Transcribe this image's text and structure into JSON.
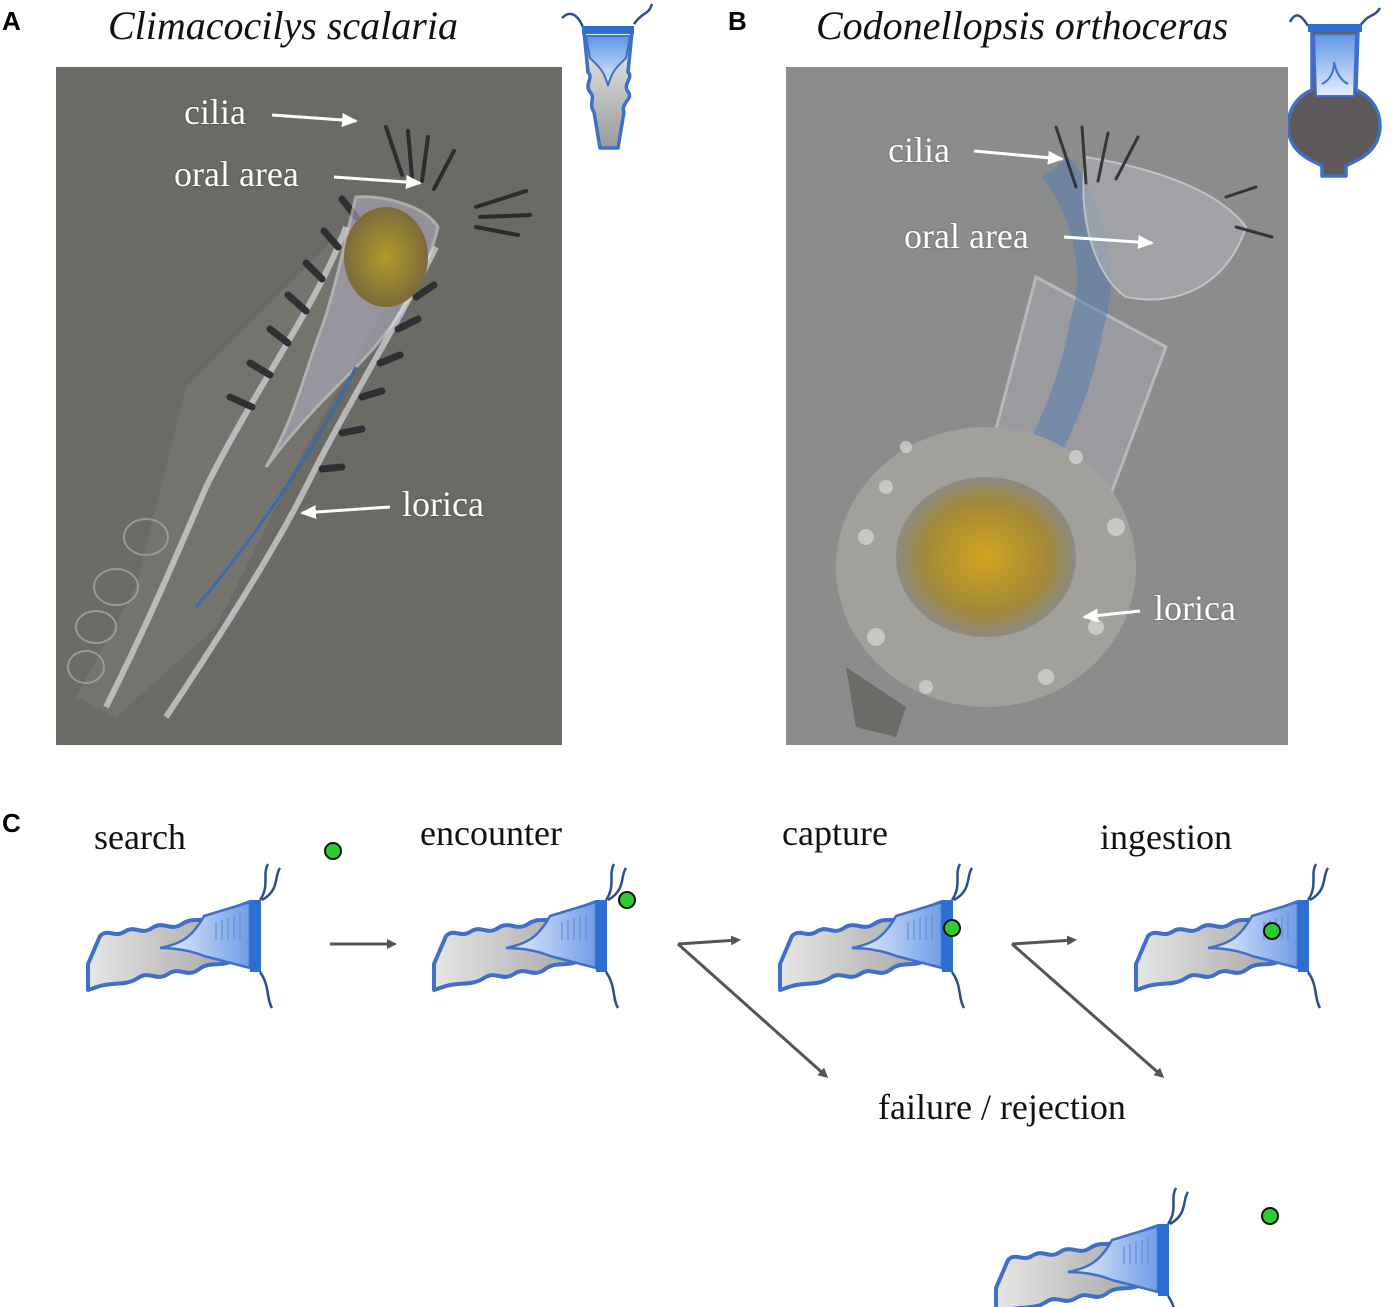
{
  "panels": {
    "a": {
      "letter": "A",
      "species": "Climacocilys scalaria",
      "labels": {
        "cilia": "cilia",
        "oral_area": "oral area",
        "lorica": "lorica"
      }
    },
    "b": {
      "letter": "B",
      "species": "Codonellopsis orthoceras",
      "labels": {
        "cilia": "cilia",
        "oral_area": "oral area",
        "lorica": "lorica"
      }
    },
    "c": {
      "letter": "C",
      "stages": {
        "search": "search",
        "encounter": "encounter",
        "capture": "capture",
        "ingestion": "ingestion",
        "failure": "failure / rejection"
      }
    }
  },
  "colors": {
    "cell_outline": "#3f6fc8",
    "oral_blue": "#2c6fd1",
    "prey_green": "#2ecc2e",
    "arrow_gray": "#555555",
    "photo_a_bg": "#6d6c66",
    "photo_b_bg": "#8a8b8b"
  }
}
